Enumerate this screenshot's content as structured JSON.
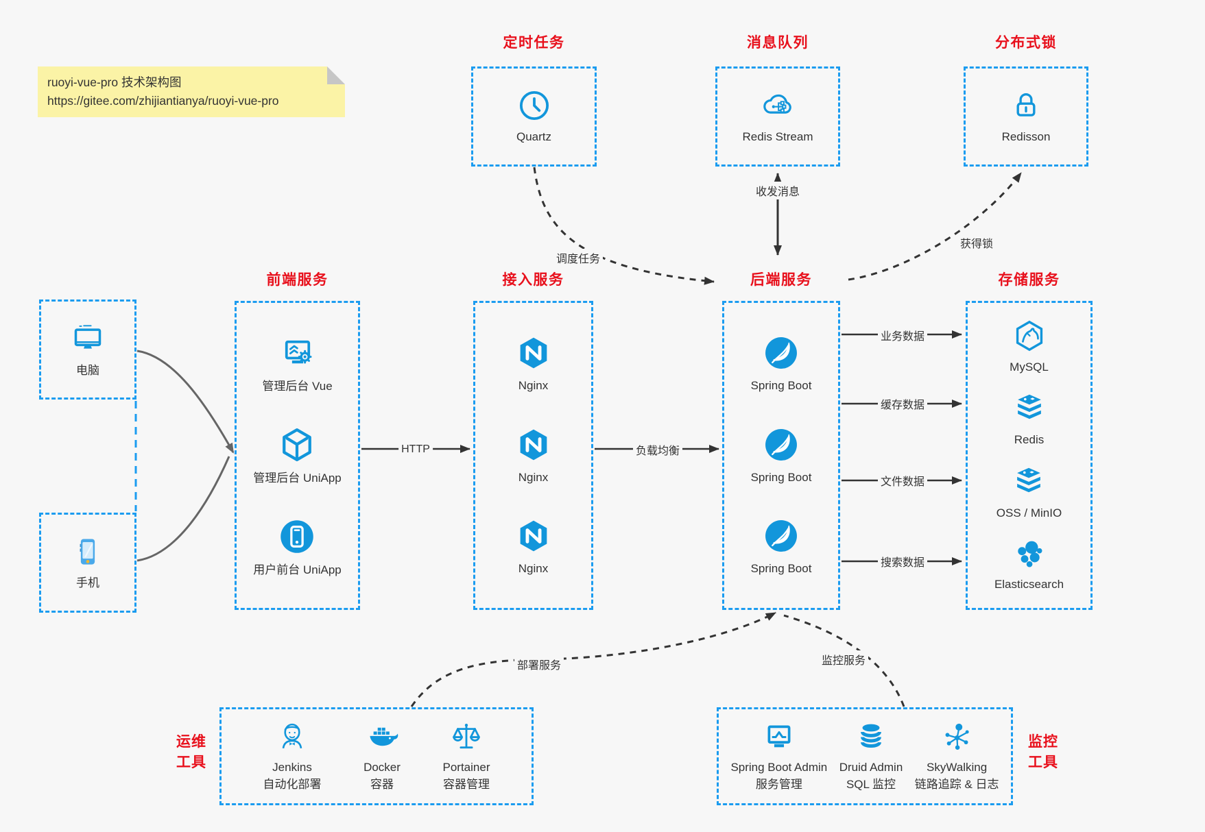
{
  "note": {
    "line1": "ruoyi-vue-pro 技术架构图",
    "line2": "https://gitee.com/zhijiantianya/ruoyi-vue-pro"
  },
  "colors": {
    "accent_blue": "#1296db",
    "border_blue": "#1b9cf0",
    "title_red": "#e8101c",
    "arrow_dark": "#333333",
    "client_arrow_gray": "#666666",
    "note_yellow": "#fbf3a6",
    "background": "#f7f7f7"
  },
  "groups": {
    "scheduler": {
      "title": "定时任务",
      "items": [
        {
          "label": "Quartz",
          "icon": "clock-icon"
        }
      ]
    },
    "mq": {
      "title": "消息队列",
      "items": [
        {
          "label": "Redis Stream",
          "icon": "cloud-network-icon"
        }
      ]
    },
    "lock": {
      "title": "分布式锁",
      "items": [
        {
          "label": "Redisson",
          "icon": "lock-icon"
        }
      ]
    },
    "clients": {
      "items": [
        {
          "label": "电脑",
          "icon": "desktop-icon"
        },
        {
          "label": "手机",
          "icon": "phone-icon"
        }
      ]
    },
    "frontend": {
      "title": "前端服务",
      "items": [
        {
          "label": "管理后台 Vue",
          "icon": "admin-monitor-gear-icon"
        },
        {
          "label": "管理后台 UniApp",
          "icon": "uniapp-cube-icon"
        },
        {
          "label": "用户前台 UniApp",
          "icon": "user-phone-circle-icon"
        }
      ]
    },
    "gateway": {
      "title": "接入服务",
      "items": [
        {
          "label": "Nginx",
          "icon": "nginx-icon"
        },
        {
          "label": "Nginx",
          "icon": "nginx-icon"
        },
        {
          "label": "Nginx",
          "icon": "nginx-icon"
        }
      ]
    },
    "backend": {
      "title": "后端服务",
      "items": [
        {
          "label": "Spring Boot",
          "icon": "spring-leaf-icon"
        },
        {
          "label": "Spring Boot",
          "icon": "spring-leaf-icon"
        },
        {
          "label": "Spring Boot",
          "icon": "spring-leaf-icon"
        }
      ]
    },
    "storage": {
      "title": "存储服务",
      "items": [
        {
          "label": "MySQL",
          "icon": "mysql-dolphin-icon"
        },
        {
          "label": "Redis",
          "icon": "redis-stack-icon"
        },
        {
          "label": "OSS / MinIO",
          "icon": "storage-stack-icon"
        },
        {
          "label": "Elasticsearch",
          "icon": "elasticsearch-cluster-icon"
        }
      ]
    },
    "devops": {
      "title": "运维\n工具",
      "items": [
        {
          "label": "Jenkins",
          "sublabel": "自动化部署",
          "icon": "jenkins-butler-icon"
        },
        {
          "label": "Docker",
          "sublabel": "容器",
          "icon": "docker-whale-icon"
        },
        {
          "label": "Portainer",
          "sublabel": "容器管理",
          "icon": "scales-icon"
        }
      ]
    },
    "monitor": {
      "title": "监控\n工具",
      "items": [
        {
          "label": "Spring Boot Admin",
          "sublabel": "服务管理",
          "icon": "monitor-chart-icon"
        },
        {
          "label": "Druid Admin",
          "sublabel": "SQL 监控",
          "icon": "database-icon"
        },
        {
          "label": "SkyWalking",
          "sublabel": "链路追踪 & 日志",
          "icon": "molecule-icon"
        }
      ]
    }
  },
  "edges": {
    "http": "HTTP",
    "load_balance": "负载均衡",
    "schedule": "调度任务",
    "message": "收发消息",
    "acquire_lock": "获得锁",
    "business_data": "业务数据",
    "cache_data": "缓存数据",
    "file_data": "文件数据",
    "search_data": "搜索数据",
    "deploy": "部署服务",
    "monitor": "监控服务"
  }
}
